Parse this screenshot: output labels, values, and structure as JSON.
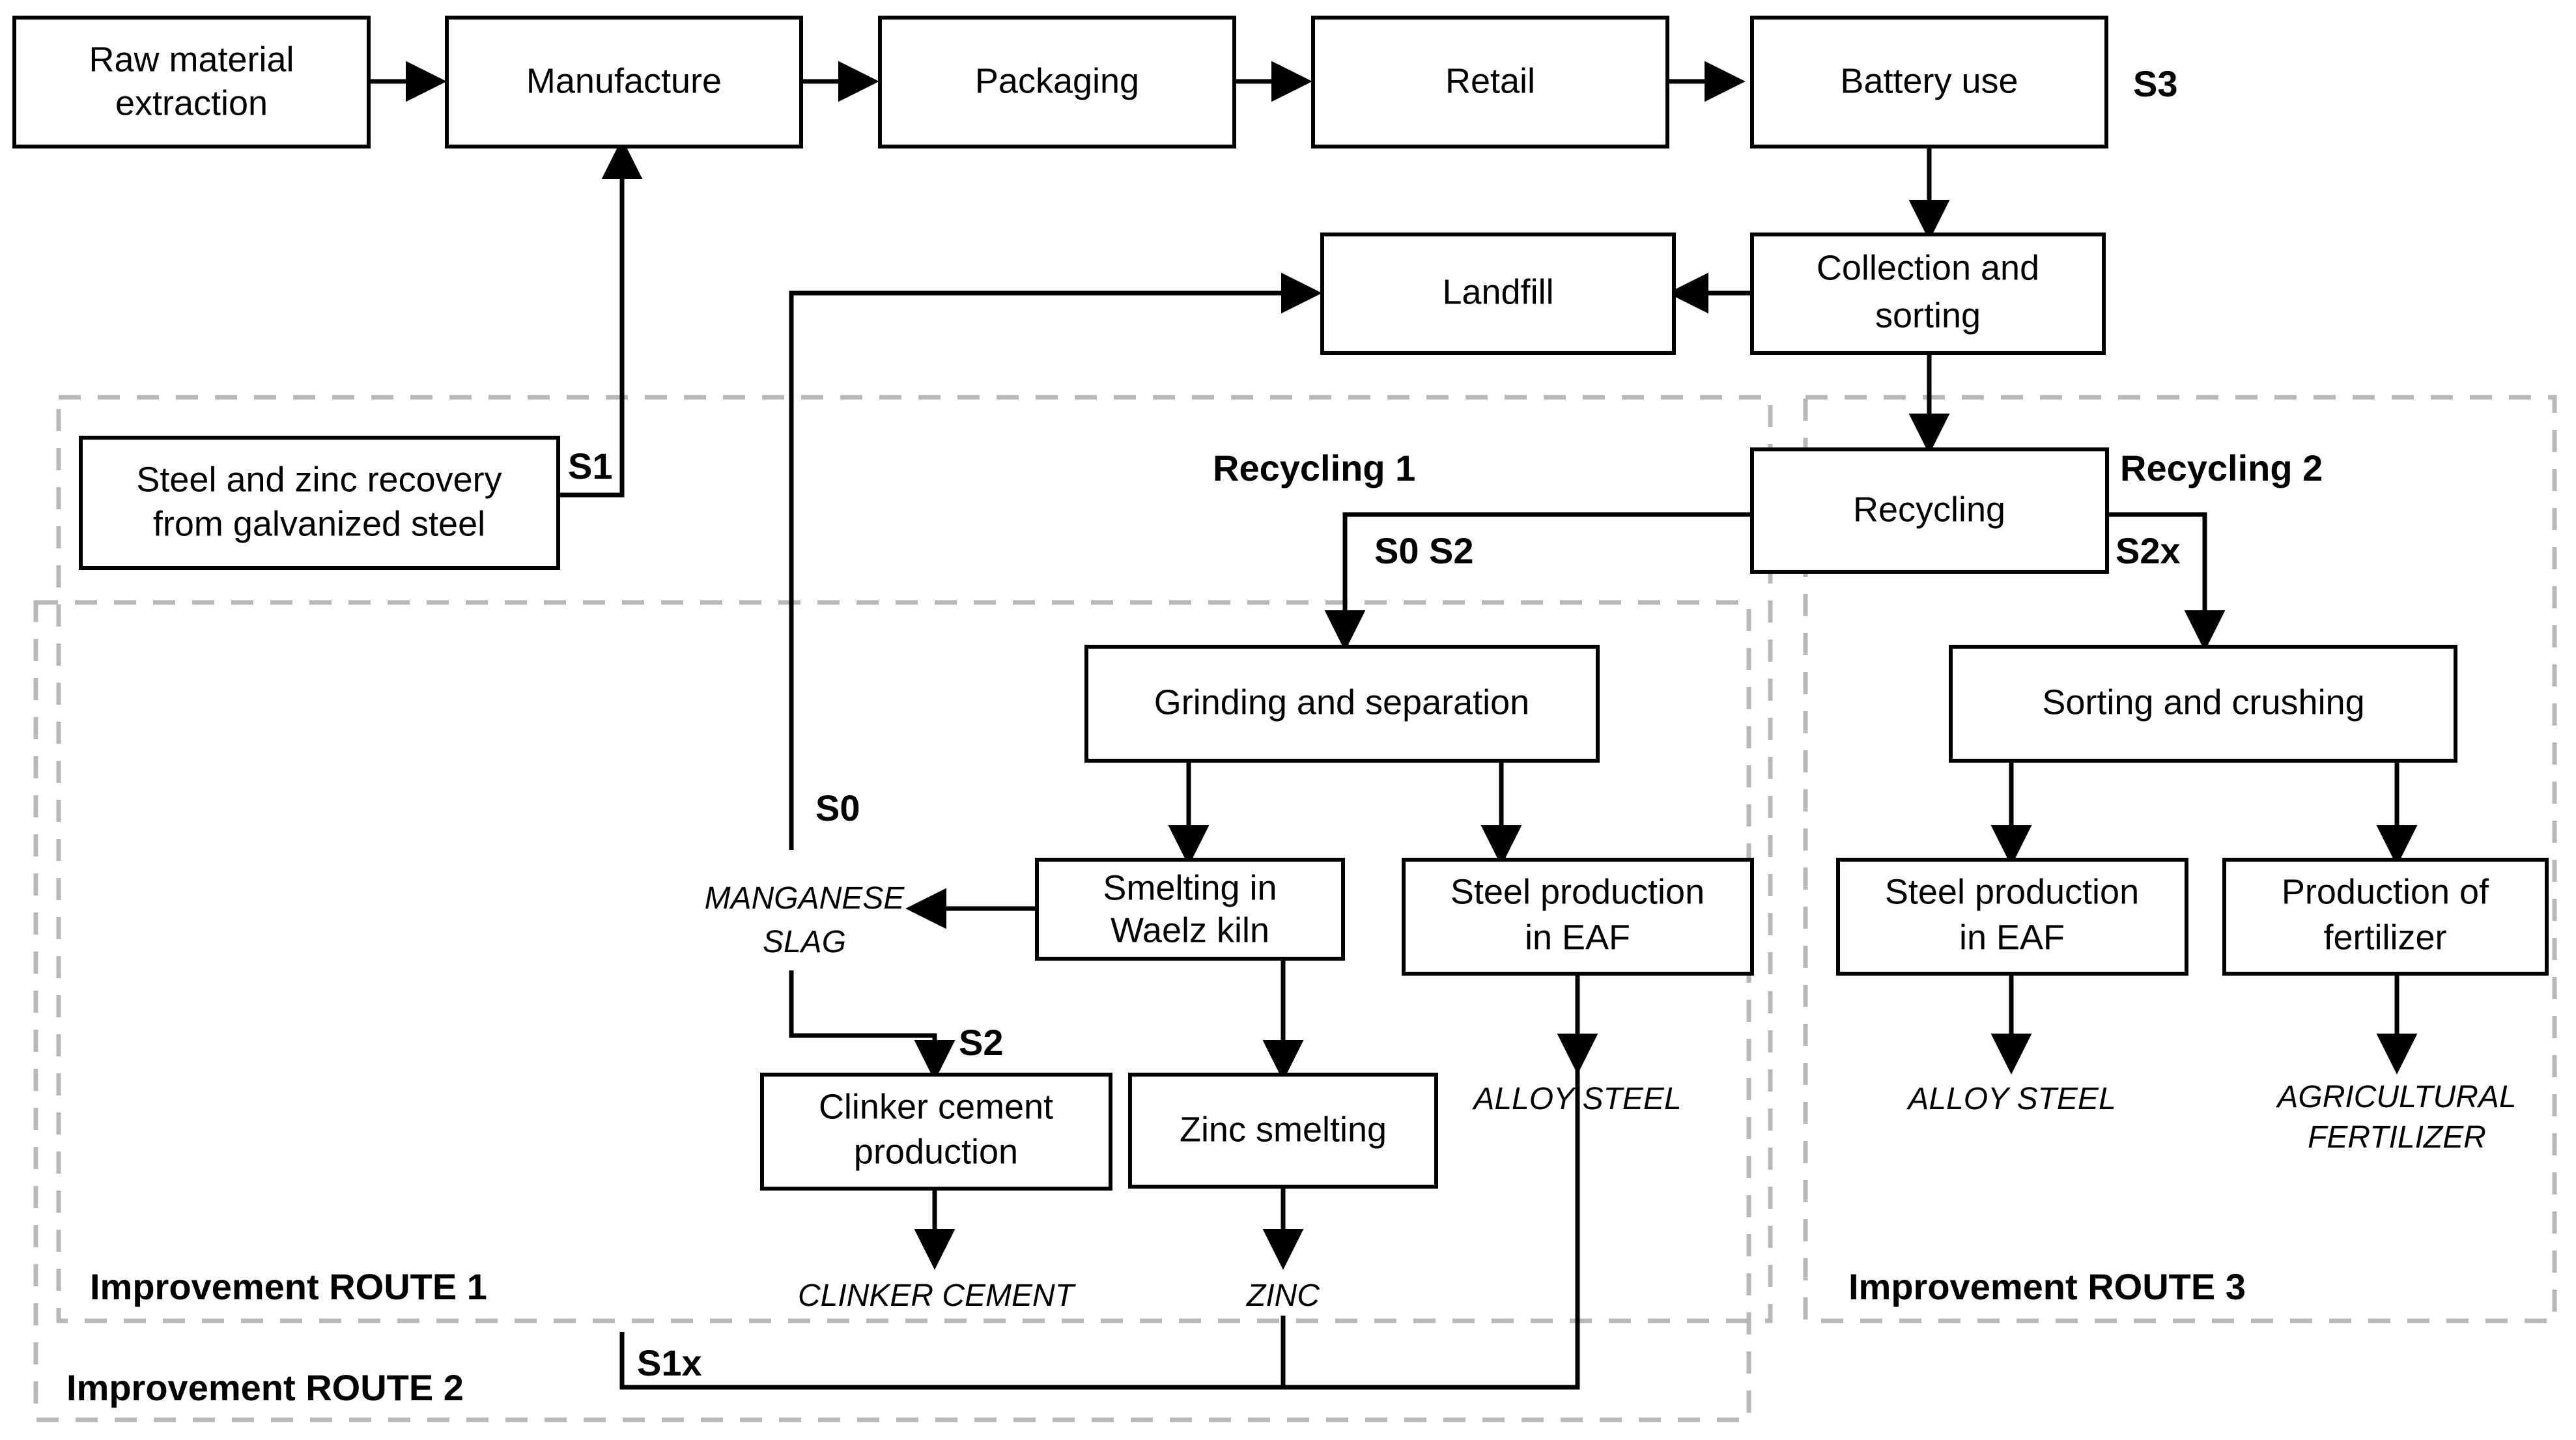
{
  "diagram": {
    "title": "Battery life cycle and improvement routes flowchart",
    "colors": {
      "line": "#000000",
      "dashed_group_border": "#b7b7b7",
      "box_fill": "#ffffff"
    },
    "nodes": {
      "raw_material_extraction": "Raw material\nextraction",
      "raw_material_extraction_l1": "Raw material",
      "raw_material_extraction_l2": "extraction",
      "manufacture": "Manufacture",
      "packaging": "Packaging",
      "retail": "Retail",
      "battery_use": "Battery use",
      "landfill": "Landfill",
      "collection_and_sorting_l1": "Collection and",
      "collection_and_sorting_l2": "sorting",
      "recycling": "Recycling",
      "steel_zinc_recovery_l1": "Steel and zinc recovery",
      "steel_zinc_recovery_l2": "from galvanized steel",
      "grinding_and_separation": "Grinding and separation",
      "smelting_waelz_l1": "Smelting in",
      "smelting_waelz_l2": "Waelz kiln",
      "steel_production_eaf_1_l1": "Steel production",
      "steel_production_eaf_1_l2": "in EAF",
      "clinker_cement_l1": "Clinker cement",
      "clinker_cement_l2": "production",
      "zinc_smelting": "Zinc smelting",
      "sorting_and_crushing": "Sorting and crushing",
      "steel_production_eaf_2_l1": "Steel production",
      "steel_production_eaf_2_l2": "in EAF",
      "production_of_fertilizer_l1": "Production of",
      "production_of_fertilizer_l2": "fertilizer"
    },
    "outputs": {
      "manganese_slag_l1": "MANGANESE",
      "manganese_slag_l2": "SLAG",
      "clinker_cement_out": "CLINKER CEMENT",
      "zinc_out": "ZINC",
      "alloy_steel_out_1": "ALLOY STEEL",
      "alloy_steel_out_2": "ALLOY STEEL",
      "agricultural_fertilizer_l1": "AGRICULTURAL",
      "agricultural_fertilizer_l2": "FERTILIZER"
    },
    "stream_tags": {
      "s3": "S3",
      "s1": "S1",
      "s0_s2": "S0   S2",
      "s2x": "S2x",
      "s0": "S0",
      "s2": "S2",
      "s1x": "S1x"
    },
    "group_labels": {
      "recycling_1": "Recycling 1",
      "recycling_2": "Recycling 2",
      "improvement_route_1": "Improvement ROUTE 1",
      "improvement_route_2": "Improvement ROUTE 2",
      "improvement_route_3": "Improvement ROUTE 3"
    }
  }
}
